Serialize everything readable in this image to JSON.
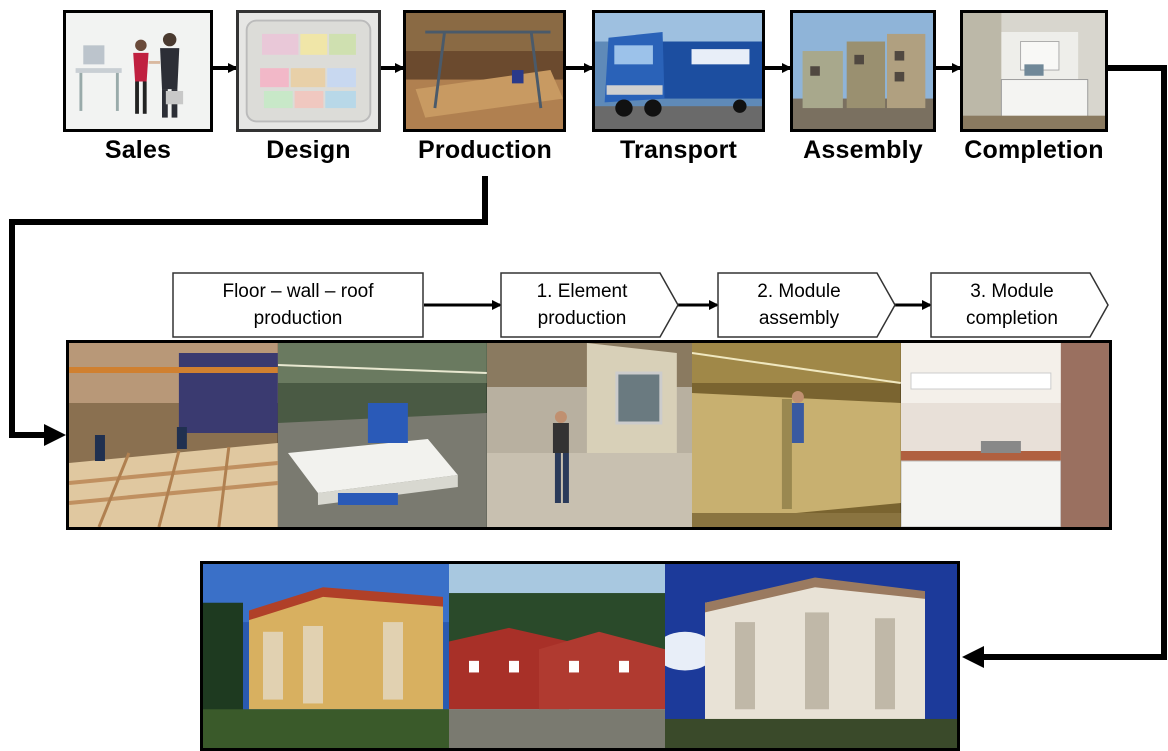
{
  "stages": [
    {
      "label": "Sales",
      "icon": "sales-photo"
    },
    {
      "label": "Design",
      "icon": "floor-plan-photo"
    },
    {
      "label": "Production",
      "icon": "factory-photo"
    },
    {
      "label": "Transport",
      "icon": "truck-photo"
    },
    {
      "label": "Assembly",
      "icon": "building-assembly-photo"
    },
    {
      "label": "Completion",
      "icon": "kitchen-interior-photo"
    }
  ],
  "production_steps": [
    {
      "label": "Floor  –  wall  –  roof\nproduction"
    },
    {
      "label": "1. Element\nproduction"
    },
    {
      "label": "2. Module\nassembly"
    },
    {
      "label": "3. Module\ncompletion"
    }
  ],
  "production_photos": [
    {
      "icon": "floor-frame-photo"
    },
    {
      "icon": "wall-element-photo"
    },
    {
      "icon": "element-worker-photo"
    },
    {
      "icon": "module-assembly-photo"
    },
    {
      "icon": "module-kitchen-photo"
    }
  ],
  "finished_photos": [
    {
      "icon": "yellow-apartment-building-photo"
    },
    {
      "icon": "red-townhouses-photo"
    },
    {
      "icon": "white-apartment-building-photo"
    }
  ],
  "colors": {
    "line": "#000000",
    "box_border": "#333333",
    "box_fill": "#ffffff"
  }
}
